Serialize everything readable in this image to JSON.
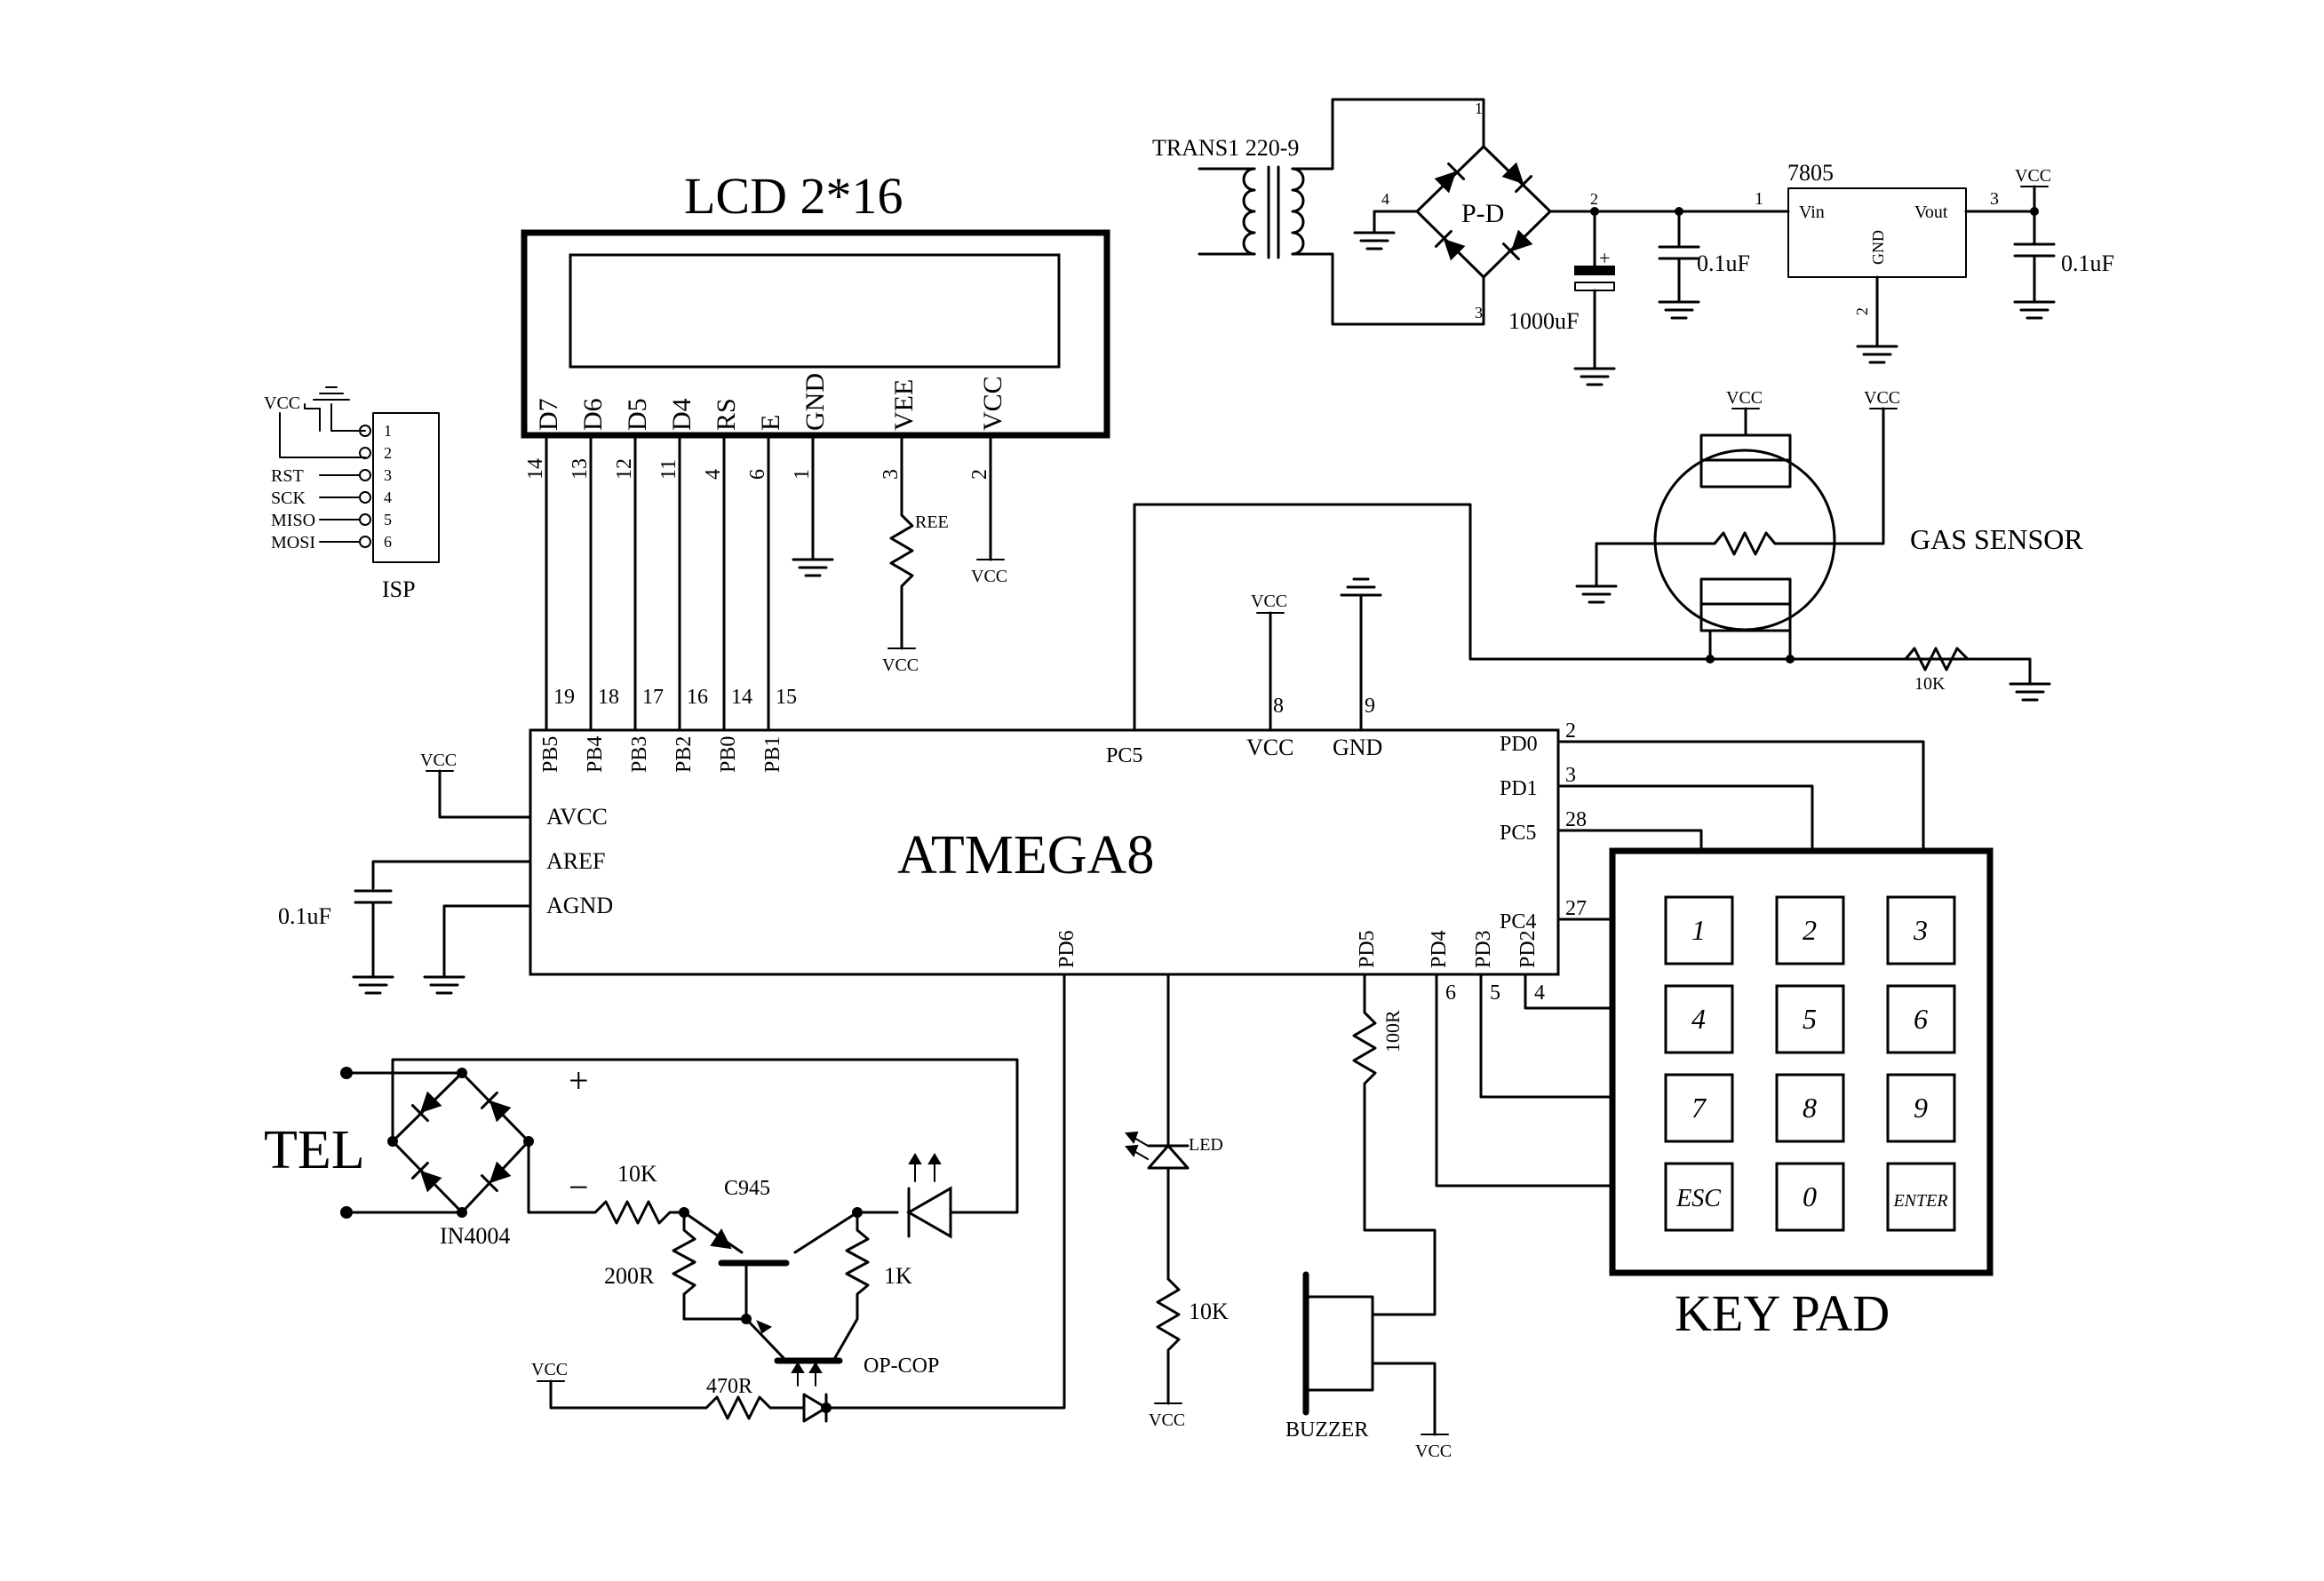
{
  "lcd": {
    "title": "LCD 2*16",
    "pins": [
      {
        "name": "D7",
        "num": "14"
      },
      {
        "name": "D6",
        "num": "13"
      },
      {
        "name": "D5",
        "num": "12"
      },
      {
        "name": "D4",
        "num": "11"
      },
      {
        "name": "RS",
        "num": "4"
      },
      {
        "name": "E",
        "num": "6"
      },
      {
        "name": "GND",
        "num": "1"
      },
      {
        "name": "VEE",
        "num": "3"
      },
      {
        "name": "VCC",
        "num": "2"
      }
    ],
    "ree_label": "REE"
  },
  "isp": {
    "title": "ISP",
    "pin_numbers": [
      "1",
      "2",
      "3",
      "4",
      "5",
      "6"
    ],
    "signals": [
      "RST",
      "SCK",
      "MISO",
      "MOSI"
    ]
  },
  "mcu": {
    "title": "ATMEGA8",
    "top_pins": [
      {
        "name": "PB5",
        "num": "19"
      },
      {
        "name": "PB4",
        "num": "18"
      },
      {
        "name": "PB3",
        "num": "17"
      },
      {
        "name": "PB2",
        "num": "16"
      },
      {
        "name": "PB0",
        "num": "14"
      },
      {
        "name": "PB1",
        "num": "15"
      }
    ],
    "pc5_top": "PC5",
    "vcc_pin": {
      "name": "VCC",
      "num": "8"
    },
    "gnd_pin": {
      "name": "GND",
      "num": "9"
    },
    "left_pins": [
      "AVCC",
      "AREF",
      "AGND"
    ],
    "right_pins": [
      {
        "name": "PD0",
        "num": "2"
      },
      {
        "name": "PD1",
        "num": "3"
      },
      {
        "name": "PC5",
        "num": "28"
      },
      {
        "name": "PC4",
        "num": "27"
      }
    ],
    "bottom_pins": [
      {
        "name": "PD6",
        "num": ""
      },
      {
        "name": "PD5",
        "num": ""
      },
      {
        "name": "PD4",
        "num": "6"
      },
      {
        "name": "PD3",
        "num": "5"
      },
      {
        "name": "PD2",
        "num": "4"
      }
    ]
  },
  "power": {
    "trans_label": "TRANS1 220-9",
    "bridge_label": "P-D",
    "bridge_pins": [
      "1",
      "2",
      "3",
      "4"
    ],
    "cap_1000": "1000uF",
    "cap_01_a": "0.1uF",
    "cap_01_b": "0.1uF",
    "reg_label": "7805",
    "reg_vin": "Vin",
    "reg_vout": "Vout",
    "reg_gnd": "GND",
    "reg_pin1": "1",
    "reg_pin2": "2",
    "reg_pin3": "3"
  },
  "gas": {
    "title": "GAS SENSOR",
    "r_label": "10K"
  },
  "analog": {
    "cap_label": "0.1uF"
  },
  "tel": {
    "title": "TEL",
    "plus": "+",
    "minus": "−",
    "diode_label": "IN4004",
    "r10k": "10K",
    "transistor": "C945",
    "r200": "200R",
    "r1k": "1K",
    "opto": "OP-COP",
    "r470": "470R"
  },
  "led": {
    "label": "LED",
    "r_label": "10K"
  },
  "buzzer": {
    "label": "BUZZER",
    "r_label": "100R"
  },
  "keypad": {
    "title": "KEY PAD",
    "keys": [
      "1",
      "2",
      "3",
      "4",
      "5",
      "6",
      "7",
      "8",
      "9",
      "ESC",
      "0",
      "ENTER"
    ]
  },
  "vcc": "VCC"
}
